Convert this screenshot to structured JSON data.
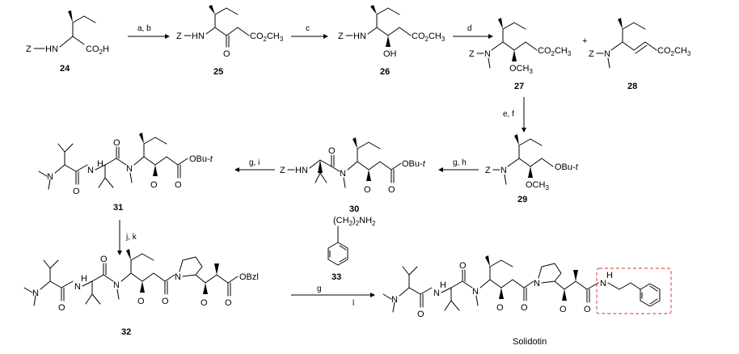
{
  "compounds": {
    "c24": "24",
    "c25": "25",
    "c26": "26",
    "c27": "27",
    "c28": "28",
    "c29": "29",
    "c30": "30",
    "c31": "31",
    "c32": "32",
    "c33": "33",
    "final": "Solidotin"
  },
  "reagents": {
    "r1": "a, b",
    "r2": "c",
    "r3": "d",
    "r4": "e, f",
    "r5": "g, h",
    "r6": "g, i",
    "r7": "j, k",
    "r8": "g",
    "r9": "l"
  },
  "atoms": {
    "z": "Z",
    "hn": "HN",
    "nh": "NH",
    "n": "N",
    "h": "H",
    "o": "O",
    "oh": "OH",
    "och3": "OCH",
    "co2h": "CO",
    "co2ch3": "CO",
    "obut": "OBu-",
    "t": "t",
    "obzl": "OBzl",
    "plus": "+",
    "amine": "(CH",
    "nh2": "NH"
  },
  "subscripts": {
    "two": "2",
    "three": "3"
  }
}
